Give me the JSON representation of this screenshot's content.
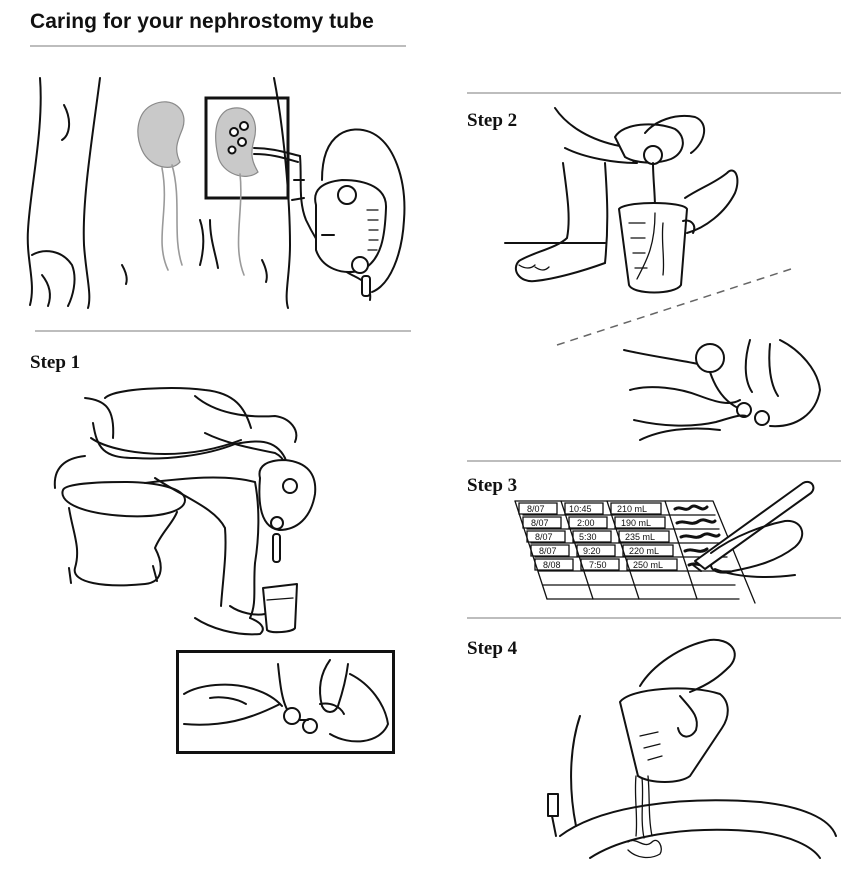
{
  "title": "Caring for your nephrostomy tube",
  "steps": [
    {
      "label": "Step 1"
    },
    {
      "label": "Step 2"
    },
    {
      "label": "Step 3"
    },
    {
      "label": "Step 4"
    }
  ],
  "log_table": {
    "rows": [
      [
        "8/07",
        "10:45",
        "210 mL"
      ],
      [
        "8/07",
        "2:00",
        "190 mL"
      ],
      [
        "8/07",
        "5:30",
        "235 mL"
      ],
      [
        "8/07",
        "9:20",
        "220 mL"
      ],
      [
        "8/08",
        "7:50",
        "250 mL"
      ]
    ]
  },
  "colors": {
    "ink": "#111111",
    "rule": "#bdbdbd",
    "kidney": "#c9c9c9"
  }
}
